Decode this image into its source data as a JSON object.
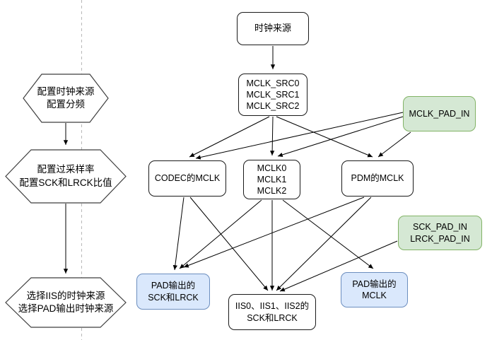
{
  "left_flow": {
    "steps": [
      {
        "id": "step0",
        "label": "配置时钟来源\n配置分频"
      },
      {
        "id": "step1",
        "label": "配置过采样率\n配置SCK和LRCK比值"
      },
      {
        "id": "step2",
        "label": "选择IIS的时钟来源\n选择PAD输出时钟来源"
      }
    ],
    "edges": [
      {
        "from": "step0",
        "to": "step1"
      },
      {
        "from": "step1",
        "to": "step2"
      }
    ]
  },
  "diagram": {
    "nodes": {
      "clock_source": {
        "label": "时钟来源",
        "type": "white"
      },
      "mclk_src": {
        "label": "MCLK_SRC0\nMCLK_SRC1\nMCLK_SRC2",
        "type": "white"
      },
      "mclk_pad_in": {
        "label": "MCLK_PAD_IN",
        "type": "green"
      },
      "codec_mclk": {
        "label": "CODEC的MCLK",
        "type": "white"
      },
      "mclk012": {
        "label": "MCLK0\nMCLK1\nMCLK2",
        "type": "white"
      },
      "pdm_mclk": {
        "label": "PDM的MCLK",
        "type": "white"
      },
      "sck_lrck_pad_in": {
        "label": "SCK_PAD_IN\nLRCK_PAD_IN",
        "type": "green"
      },
      "pad_out_sck_lrck": {
        "label": "PAD输出的\nSCK和LRCK",
        "type": "blue"
      },
      "iis_sck_lrck": {
        "label": "IIS0、IIS1、IIS2的\nSCK和LRCK",
        "type": "white"
      },
      "pad_out_mclk": {
        "label": "PAD输出的\nMCLK",
        "type": "blue"
      }
    },
    "edges": [
      {
        "from": "clock_source",
        "to": "mclk_src"
      },
      {
        "from": "mclk_src",
        "to": "codec_mclk"
      },
      {
        "from": "mclk_src",
        "to": "mclk012"
      },
      {
        "from": "mclk_src",
        "to": "pdm_mclk"
      },
      {
        "from": "mclk_pad_in",
        "to": "codec_mclk"
      },
      {
        "from": "mclk_pad_in",
        "to": "mclk012"
      },
      {
        "from": "mclk_pad_in",
        "to": "pdm_mclk"
      },
      {
        "from": "codec_mclk",
        "to": "pad_out_sck_lrck"
      },
      {
        "from": "codec_mclk",
        "to": "iis_sck_lrck"
      },
      {
        "from": "mclk012",
        "to": "pad_out_sck_lrck"
      },
      {
        "from": "mclk012",
        "to": "iis_sck_lrck"
      },
      {
        "from": "mclk012",
        "to": "pad_out_mclk"
      },
      {
        "from": "pdm_mclk",
        "to": "pad_out_sck_lrck"
      },
      {
        "from": "pdm_mclk",
        "to": "iis_sck_lrck"
      },
      {
        "from": "sck_lrck_pad_in",
        "to": "iis_sck_lrck"
      }
    ],
    "colors": {
      "green_fill": "#d5e8d4",
      "green_border": "#82b366",
      "blue_fill": "#dae8fc",
      "blue_border": "#6c8ebf",
      "line": "#000000",
      "separator": "#b8b8b8"
    }
  }
}
